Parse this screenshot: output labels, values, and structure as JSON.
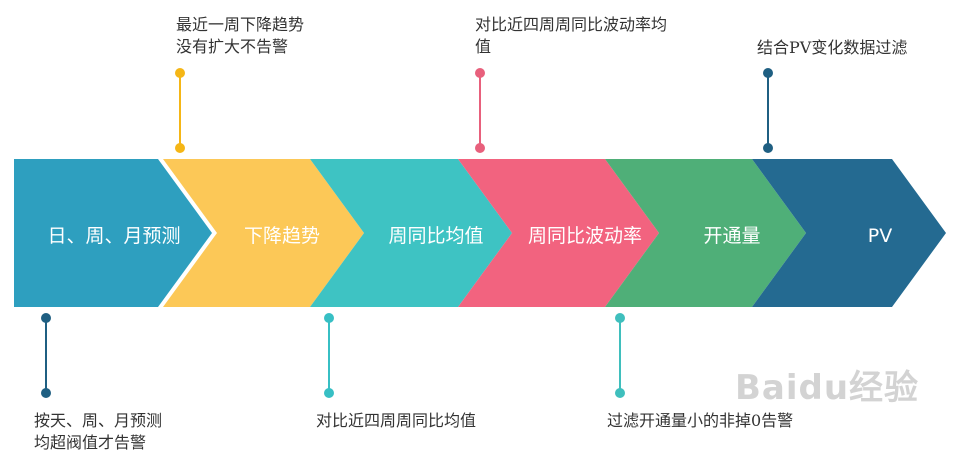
{
  "steps": [
    {
      "label": "日、周、月预测",
      "color": "#2e9fbf"
    },
    {
      "label": "下降趋势",
      "color": "#fcc857"
    },
    {
      "label": "周同比均值",
      "color": "#3ec3c3"
    },
    {
      "label": "周同比波动率",
      "color": "#f2637f"
    },
    {
      "label": "开通量",
      "color": "#4faf78"
    },
    {
      "label": "PV",
      "color": "#246a91"
    }
  ],
  "notes_top": [
    {
      "lines": [
        "最近一周下降趋势",
        "没有扩大不告警"
      ],
      "color": "#f5b616"
    },
    {
      "lines": [
        "对比近四周周同比波动率均",
        "值"
      ],
      "color": "#e8607c"
    },
    {
      "lines": [
        "结合PV变化数据过滤"
      ],
      "color": "#1f5f82"
    }
  ],
  "notes_bottom": [
    {
      "lines": [
        "按天、周、月预测",
        "均超阀值才告警"
      ],
      "color": "#1f5f82"
    },
    {
      "lines": [
        "对比近四周周同比均值"
      ],
      "color": "#37bfc4"
    },
    {
      "lines": [
        "过滤开通量小的非掉0告警"
      ],
      "color": "#3fbfbd"
    }
  ],
  "watermark": {
    "text": "Baidu经验"
  }
}
